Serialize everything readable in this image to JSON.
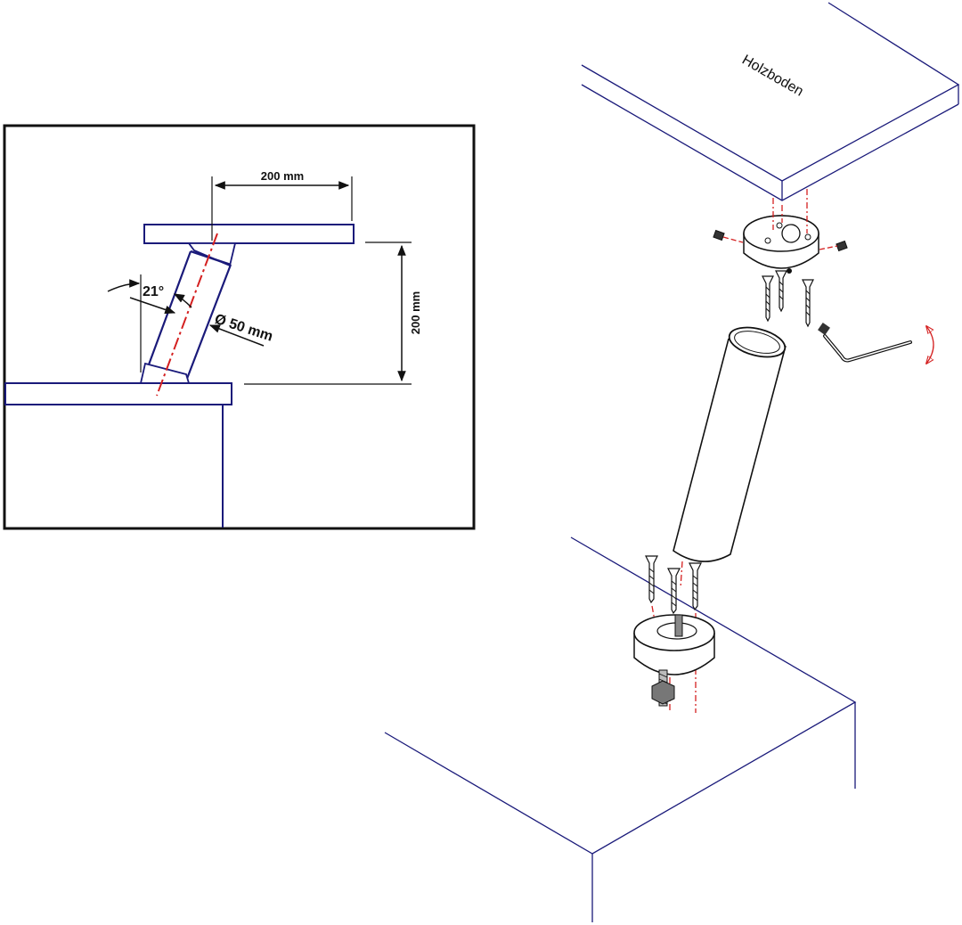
{
  "detail_view": {
    "width_dimension": "200 mm",
    "height_dimension": "200 mm",
    "angle": "21°",
    "diameter": "Ø 50 mm"
  },
  "assembly_view": {
    "surface_label": "Holzboden"
  },
  "colors": {
    "outline_blue": "#1a1a7a",
    "centerline_red": "#d42020",
    "dimension_black": "#111111"
  }
}
